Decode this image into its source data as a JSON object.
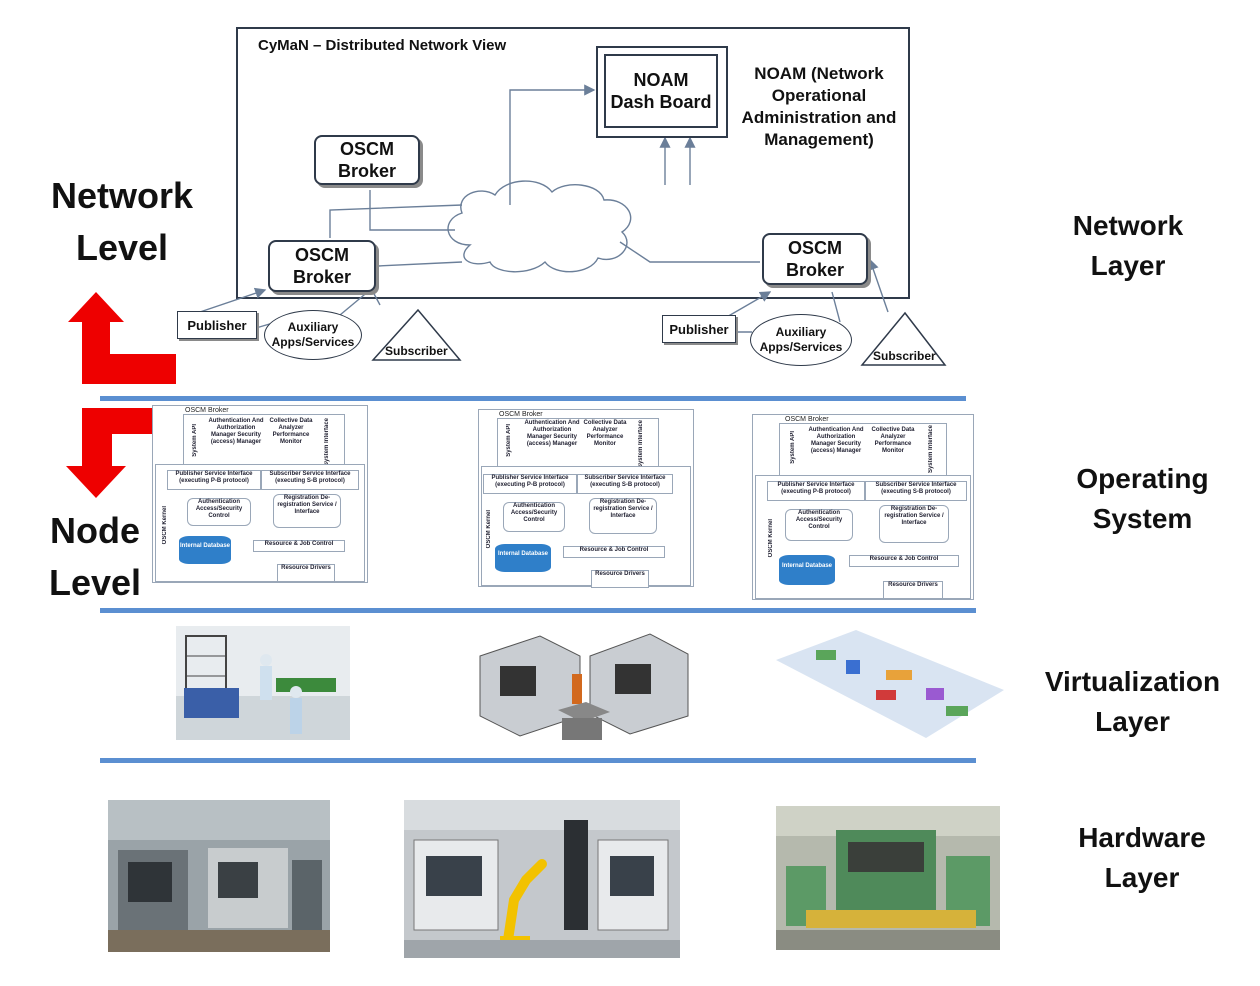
{
  "network_view": {
    "title": "CyMaN – Distributed Network View",
    "noam_box": "NOAM\nDash Board",
    "noam_desc": "NOAM (Network Operational Administration and Management)",
    "broker_label": "OSCM Broker",
    "publisher": "Publisher",
    "auxiliary": "Auxiliary Apps/Services",
    "subscriber": "Subscriber"
  },
  "levels": {
    "network": "Network Level",
    "node": "Node Level"
  },
  "layers": {
    "network": "Network Layer",
    "os": "Operating System",
    "virtualization": "Virtualization Layer",
    "hardware": "Hardware Layer"
  },
  "os_panel": {
    "broker": "OSCM Broker",
    "system_api": "System API",
    "system_interface": "System Interface",
    "auth": "Authentication And Authorization Manager Security (access) Manager",
    "collective": "Collective Data Analyzer Performance Monitor",
    "pub_iface": "Publisher Service Interface (executing P-B protocol)",
    "sub_iface": "Subscriber Service Interface (executing S-B protocol)",
    "kernel": "OSCM Kernel",
    "access": "Authentication Access/Security Control",
    "registration": "Registration De-registration Service / Interface",
    "database": "Internal Database",
    "resource_job": "Resource & Job Control",
    "drivers": "Resource Drivers"
  },
  "colors": {
    "arrow": "#ee0000",
    "separator": "#5b8fd1",
    "database": "#2f7fc9"
  }
}
